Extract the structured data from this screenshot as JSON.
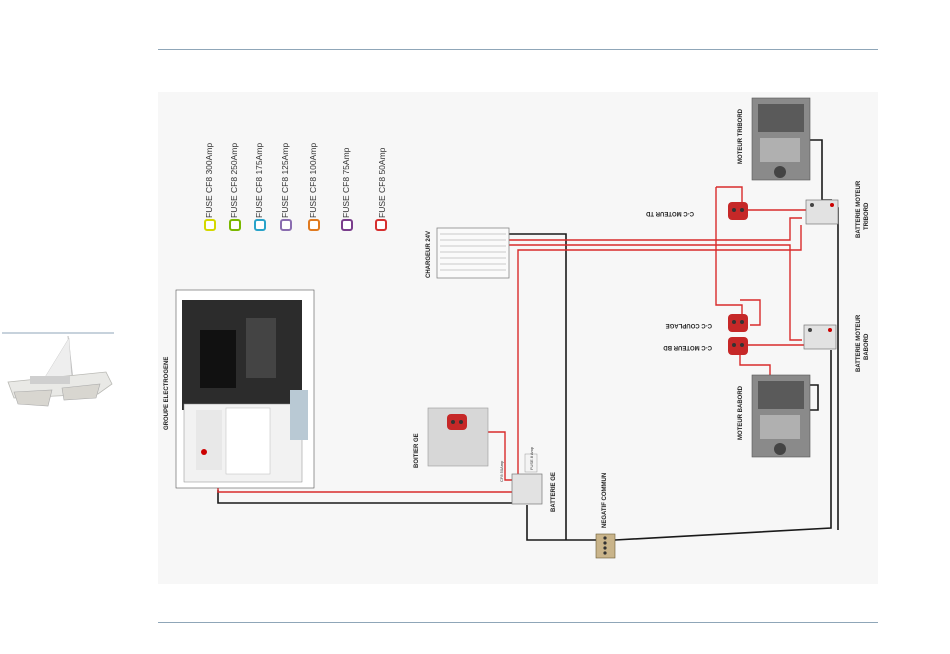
{
  "legend": [
    {
      "label": "FUSE CF8 300Amp",
      "color": "#d4d800"
    },
    {
      "label": "FUSE CF8 250Amp",
      "color": "#7ab800"
    },
    {
      "label": "FUSE CF8 175Amp",
      "color": "#29a3c9"
    },
    {
      "label": "FUSE CF8 125Amp",
      "color": "#8a6db0"
    },
    {
      "label": "FUSE CF8 100Amp",
      "color": "#e07a1f"
    },
    {
      "label": "FUSE CF8 75Amp",
      "color": "#7a3d8c"
    },
    {
      "label": "FUSE CF8 50Amp",
      "color": "#d63030"
    }
  ],
  "labels": {
    "groupe": "GROUPE ELECTROGENE",
    "chargeur": "CHARGEUR 24V",
    "boitier": "BOITIER GE",
    "batterie_ge": "BATTERIE GE",
    "negatif": "NEGATIF COMMUN",
    "moteur_tribord": "MOTEUR TRIBORD",
    "moteur_babord": "MOTEUR BABORD",
    "batterie_tribord_1": "BATTERIE MOTEUR",
    "batterie_tribord_2": "TRIBORD",
    "batterie_babord_1": "BATTERIE MOTEUR",
    "batterie_babord_2": "BABORD",
    "cc_moteur_td": "C-C MOTEUR TD",
    "cc_couplage": "C-C COUPLAGE",
    "cc_moteur_bd": "C-C MOTEUR BD",
    "fuse_small_1": "FUSE 8 Amp",
    "fuse_small_2": "CF8 50Amp"
  },
  "colors": {
    "positive": "#d92b2b",
    "negative": "#1a1a1a",
    "rule": "#8fa6b8"
  }
}
